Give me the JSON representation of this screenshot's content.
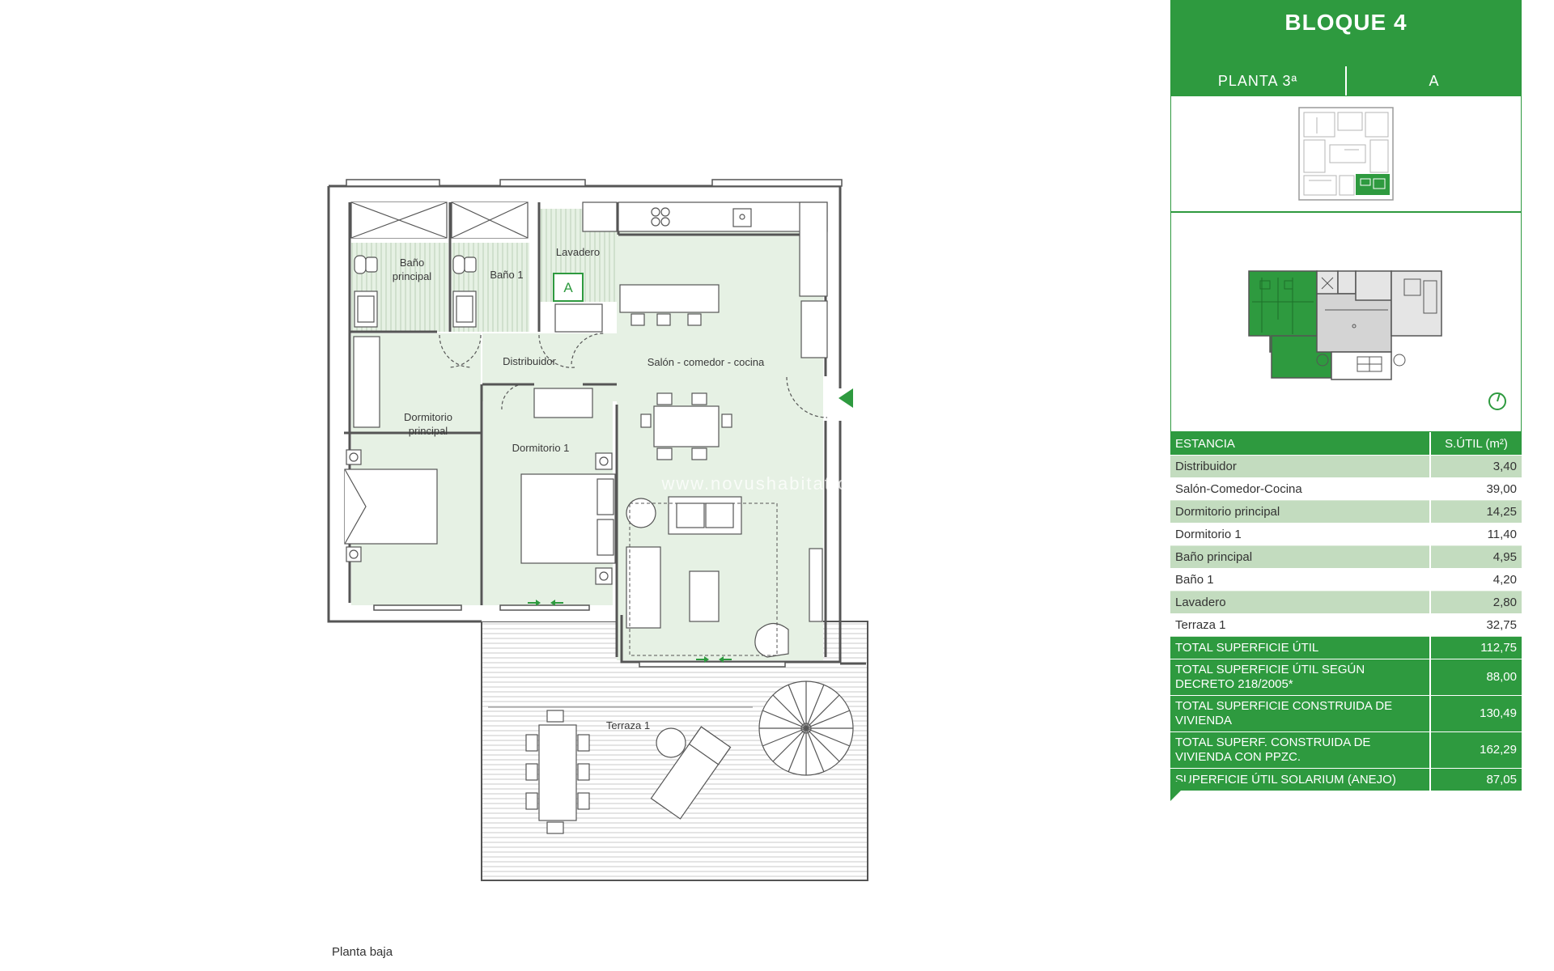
{
  "header": {
    "title": "BLOQUE 4",
    "floor": "PLANTA 3ª",
    "unit": "A"
  },
  "plan": {
    "caption": "Planta baja",
    "unit_marker": "A",
    "watermark": "www.novushabitat.com",
    "rooms": {
      "bano_principal": [
        "Baño",
        "principal"
      ],
      "bano_1": "Baño 1",
      "lavadero": "Lavadero",
      "distribuidor": "Distribuidor",
      "salon": "Salón - comedor - cocina",
      "dormitorio_principal": [
        "Dormitorio",
        "principal"
      ],
      "dormitorio_1": "Dormitorio 1",
      "terraza_1": "Terraza 1"
    }
  },
  "table": {
    "headers": {
      "room": "ESTANCIA",
      "area": "S.ÚTIL (m²)"
    },
    "rows": [
      {
        "room": "Distribuidor",
        "area": "3,40"
      },
      {
        "room": "Salón-Comedor-Cocina",
        "area": "39,00"
      },
      {
        "room": "Dormitorio principal",
        "area": "14,25"
      },
      {
        "room": "Dormitorio 1",
        "area": "11,40"
      },
      {
        "room": "Baño principal",
        "area": "4,95"
      },
      {
        "room": "Baño 1",
        "area": "4,20"
      },
      {
        "room": "Lavadero",
        "area": "2,80"
      },
      {
        "room": "Terraza 1",
        "area": "32,75"
      }
    ],
    "totals": [
      {
        "label": "TOTAL SUPERFICIE ÚTIL",
        "value": "112,75"
      },
      {
        "label": "TOTAL SUPERFICIE ÚTIL SEGÚN DECRETO 218/2005*",
        "value": "88,00"
      },
      {
        "label": "TOTAL SUPERFICIE CONSTRUIDA DE VIVIENDA",
        "value": "130,49"
      },
      {
        "label": "TOTAL SUPERF. CONSTRUIDA DE VIVIENDA CON PPZC.",
        "value": "162,29"
      },
      {
        "label": "SUPERFICIE ÚTIL SOLARIUM (ANEJO)",
        "value": "87,05"
      }
    ]
  },
  "colors": {
    "brand_green": "#2e9a3f",
    "room_fill": "#e6f1e4",
    "row_alt": "#c3dcbf",
    "wall": "#555555"
  },
  "icons": {
    "orientation": "north-compass-icon",
    "entrance": "entrance-arrow-icon"
  }
}
